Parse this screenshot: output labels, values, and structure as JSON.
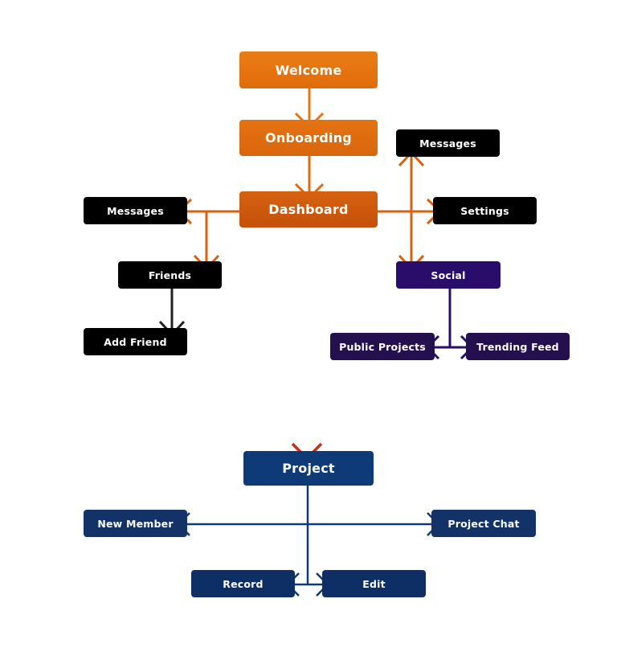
{
  "nodes": {
    "welcome": "Welcome",
    "onboarding": "Onboarding",
    "dashboard": "Dashboard",
    "messages_left": "Messages",
    "friends": "Friends",
    "add_friend": "Add Friend",
    "messages_right": "Messages",
    "settings": "Settings",
    "social": "Social",
    "public_projects": "Public Projects",
    "trending_feed": "Trending Feed",
    "project": "Project",
    "new_member": "New Member",
    "project_chat": "Project Chat",
    "record": "Record",
    "edit": "Edit"
  },
  "colors": {
    "orange": "#e06c0a",
    "dark_orange": "#c5500a",
    "red": "#c0321a",
    "black": "#000000",
    "purple": "#2a0d6b",
    "navy": "#0f3a78"
  }
}
